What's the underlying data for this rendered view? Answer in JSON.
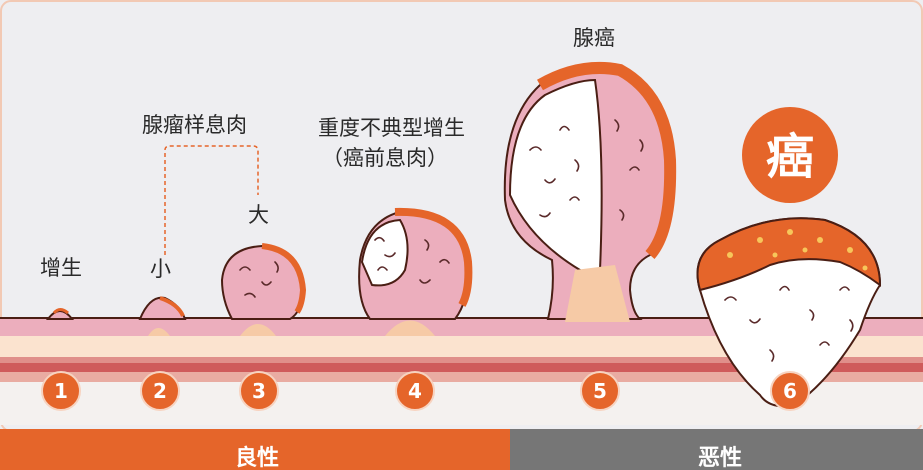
{
  "title": "肠息肉演变为癌的过程",
  "labels": {
    "hyperplasia": "增生",
    "small": "小",
    "large": "大",
    "adenomatous_polyp": "腺瘤样息肉",
    "severe_dysplasia": "重度不典型增生",
    "precancerous_polyp": "（癌前息肉）",
    "adenocarcinoma": "腺癌",
    "cancer": "癌"
  },
  "stages": [
    "1",
    "2",
    "3",
    "4",
    "5",
    "6"
  ],
  "categories": {
    "benign": "良性",
    "malignant": "恶性"
  },
  "colors": {
    "accent_orange": "#e5652a",
    "malignant_gray": "#767676",
    "mucosa_pink": "#ecaebd",
    "background": "#eeeef1"
  }
}
